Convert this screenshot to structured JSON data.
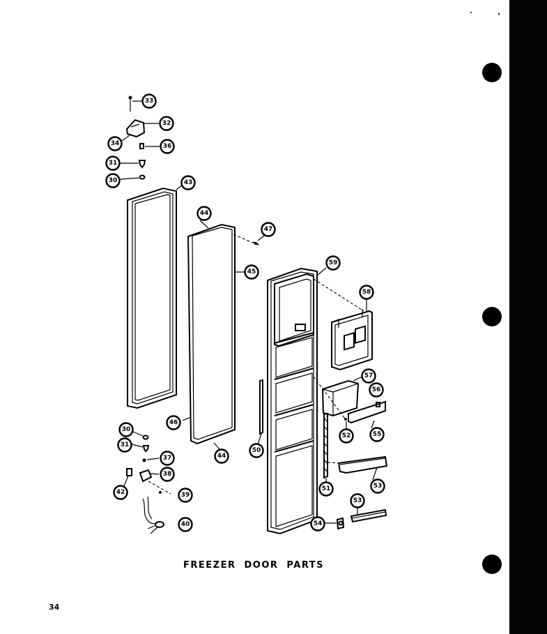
{
  "caption": "FREEZER DOOR PARTS",
  "page_number": "34",
  "callouts": {
    "c33": "33",
    "c32": "32",
    "c34": "34",
    "c36": "36",
    "c31a": "31",
    "c30a": "30",
    "c43": "43",
    "c44a": "44",
    "c47": "47",
    "c45": "45",
    "c59": "59",
    "c58": "58",
    "c57": "57",
    "c56": "56",
    "c55": "55",
    "c52": "52",
    "c30b": "30",
    "c31b": "31",
    "c46": "46",
    "c44b": "44",
    "c50": "50",
    "c37": "37",
    "c38": "38",
    "c42": "42",
    "c39": "39",
    "c40": "40",
    "c51": "51",
    "c53a": "53",
    "c53b": "53",
    "c54": "54"
  }
}
